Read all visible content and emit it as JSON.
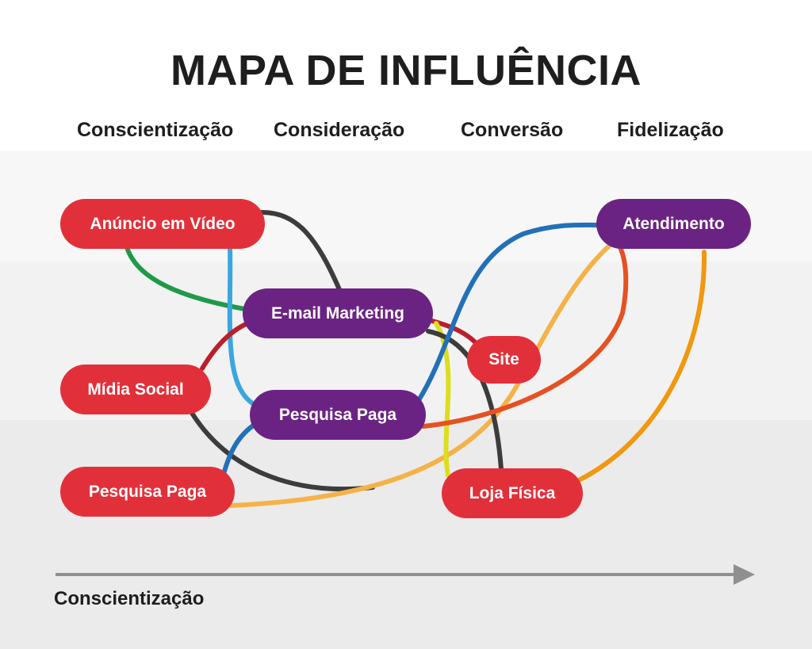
{
  "title": "MAPA DE INFLUÊNCIA",
  "stages": [
    "Conscientização",
    "Consideração",
    "Conversão",
    "Fidelização"
  ],
  "axis_label": "Conscientização",
  "colors": {
    "node_red": "#e2303a",
    "node_purple": "#6b2383",
    "link_black": "#3c3c3c",
    "link_green": "#1f9a4a",
    "link_light_blue": "#3aa6df",
    "link_blue": "#2270b8",
    "link_crimson": "#b8202c",
    "link_yellow": "#dddd1f",
    "link_light_orange": "#f4b248",
    "link_orange": "#f0980f",
    "link_red_orange": "#e55123",
    "arrow": "#8f8f8f",
    "background_light": "#ffffff",
    "background_band": "#ececec"
  },
  "nodes": {
    "video_ad": {
      "label": "Anúncio em Vídeo",
      "color": "red"
    },
    "social_media": {
      "label": "Mídia Social",
      "color": "red"
    },
    "paid_search_left": {
      "label": "Pesquisa Paga",
      "color": "red"
    },
    "email_marketing": {
      "label": "E-mail Marketing",
      "color": "purple"
    },
    "paid_search_mid": {
      "label": "Pesquisa Paga",
      "color": "purple"
    },
    "site": {
      "label": "Site",
      "color": "red"
    },
    "physical_store": {
      "label": "Loja Física",
      "color": "red"
    },
    "customer_service": {
      "label": "Atendimento",
      "color": "purple"
    }
  }
}
